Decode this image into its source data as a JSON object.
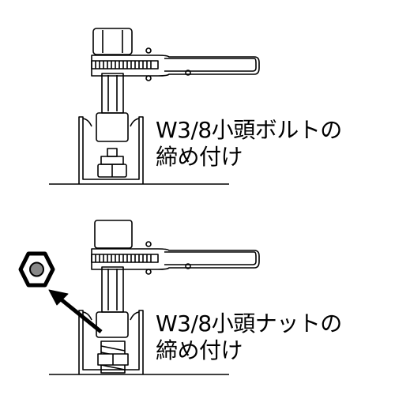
{
  "captions": {
    "top": {
      "line1": "W3/8小頭ボルトの",
      "line2": "締め付け"
    },
    "bottom": {
      "line1": "W3/8小頭ナットの",
      "line2": "締め付け"
    }
  },
  "icons": {
    "hex_nut": "hex-nut-icon",
    "arrow": "direction-arrow-icon"
  },
  "colors": {
    "line": "#000000",
    "background": "#ffffff",
    "nut_fill": "#888888"
  }
}
